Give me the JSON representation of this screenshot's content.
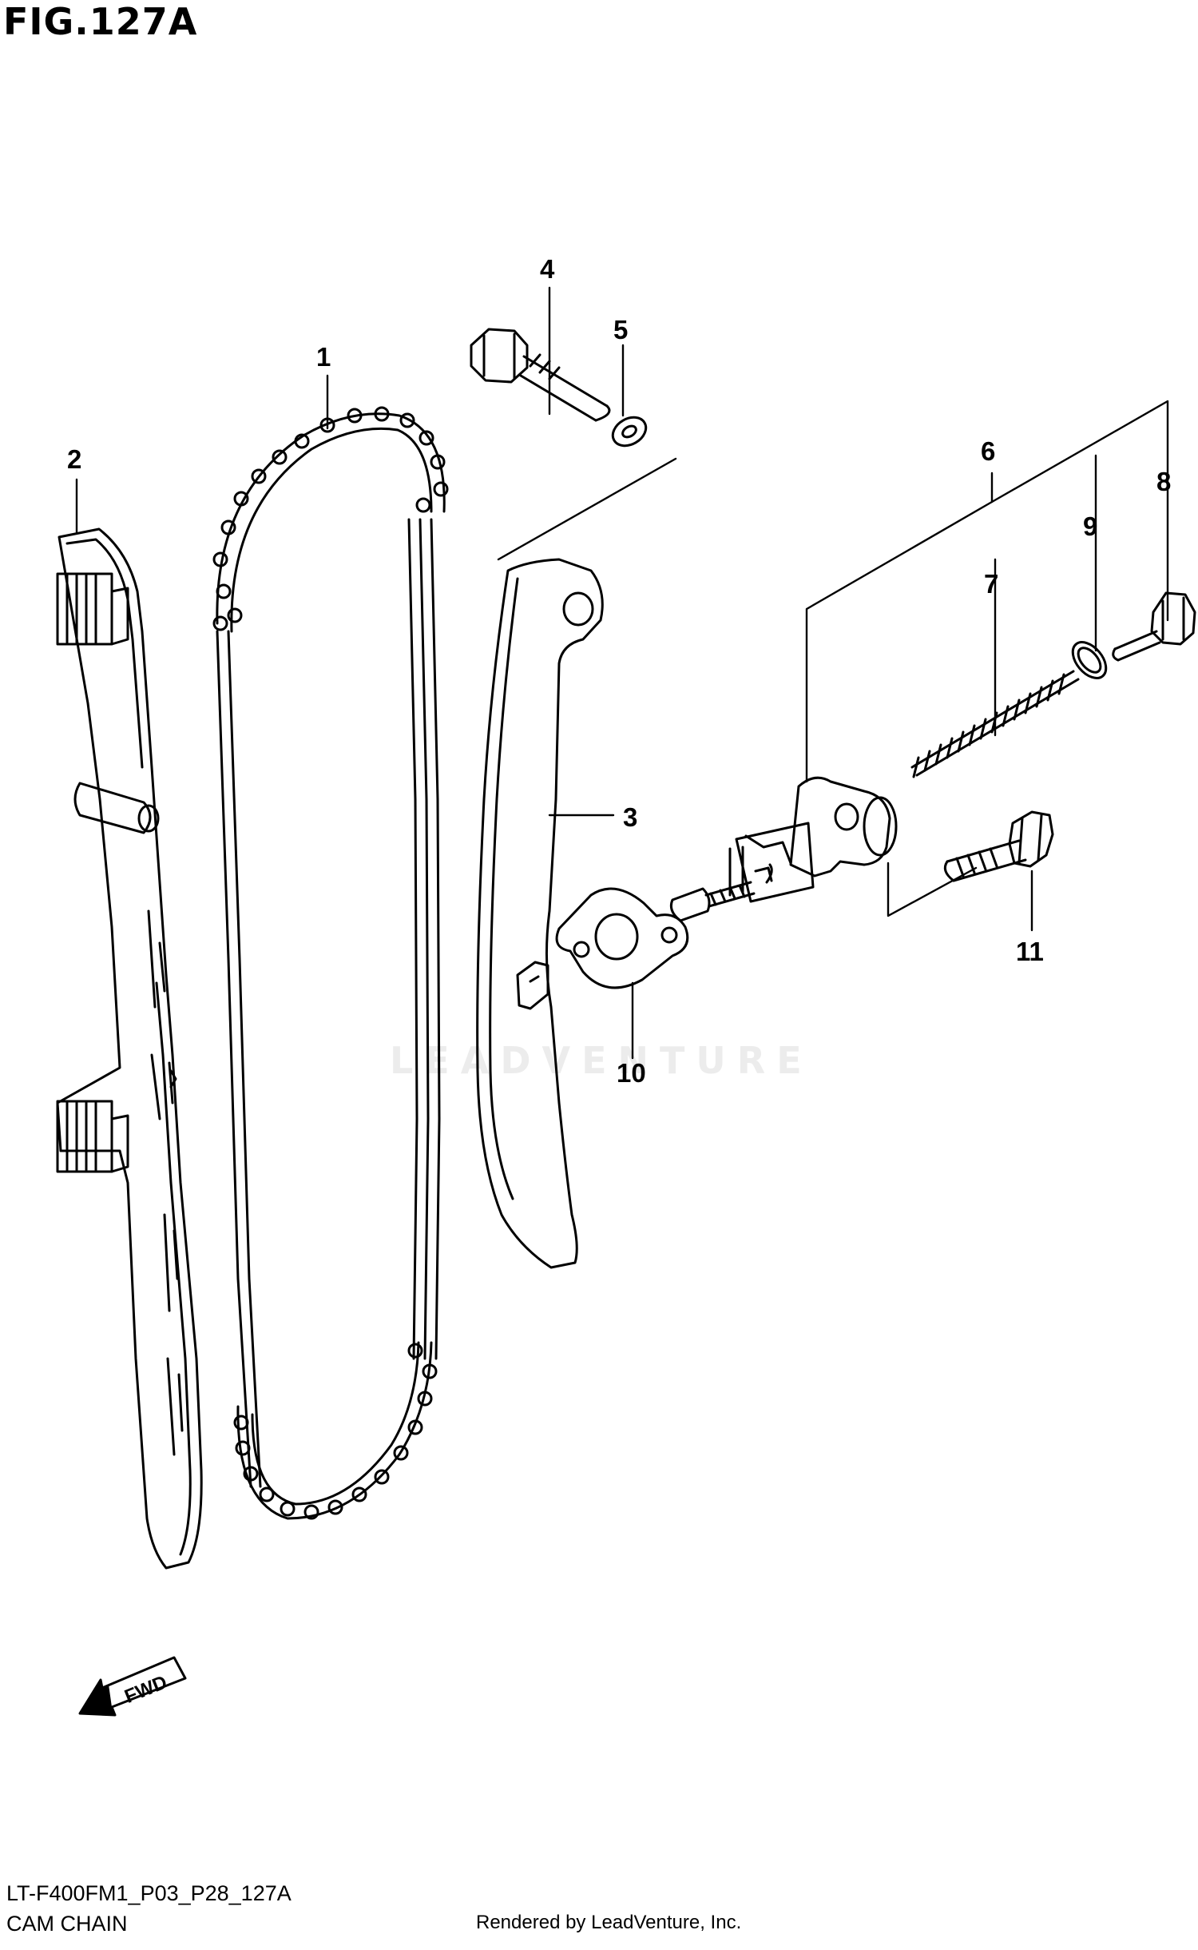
{
  "figure": {
    "title": "FIG.127A"
  },
  "callouts": {
    "c1": "1",
    "c2": "2",
    "c3": "3",
    "c4": "4",
    "c5": "5",
    "c6": "6",
    "c7": "7",
    "c8": "8",
    "c9": "9",
    "c10": "10",
    "c11": "11"
  },
  "fwd_label": "FWD",
  "watermark": "LEADVENTURE",
  "footer": {
    "model_code": "LT-F400FM1_P03_P28_127A",
    "section_name": "CAM CHAIN",
    "rendered_by": "Rendered by LeadVenture, Inc."
  }
}
